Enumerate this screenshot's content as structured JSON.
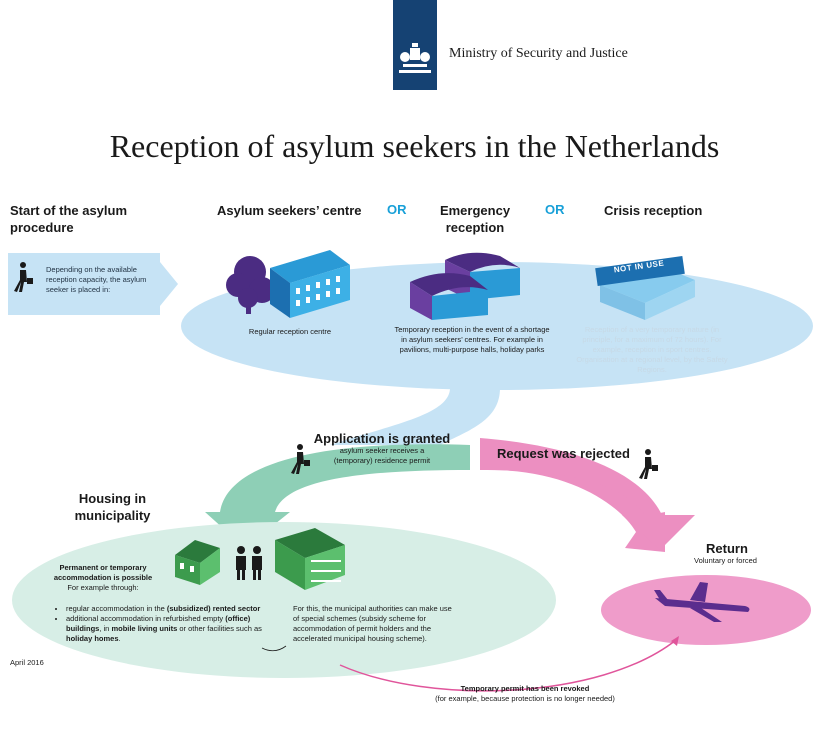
{
  "header": {
    "ministry": "Ministry of Security and Justice",
    "title": "Reception of asylum seekers in the Netherlands"
  },
  "columns": {
    "start": "Start of the asylum procedure",
    "asylum_centre": "Asylum seekers’ centre",
    "or1": "OR",
    "emergency": "Emergency reception",
    "or2": "OR",
    "crisis": "Crisis reception"
  },
  "start_text": "Depending on the available reception capacity, the asylum seeker is placed in:",
  "reception": {
    "regular": "Regular reception centre",
    "temporary": "Temporary reception in the event of a shortage in asylum seekers’ centres. For example in pavilions, multi-purpose halls, holiday parks",
    "not_in_use": "NOT IN USE",
    "crisis_text": "Reception of a very temporary nature (in principle, for a maximum of 72 hours). For example, reception in sport centres. Organisation at a regional level, by the Safety Regions."
  },
  "granted": {
    "title": "Application is granted",
    "text": "asylum seeker receives a (temporary) residence permit"
  },
  "rejected": {
    "title": "Request was rejected"
  },
  "housing": {
    "title": "Housing in municipality",
    "accommodation_title": "Permanent or temporary accommodation is possible",
    "accommodation_sub": "For example through:",
    "bullet1_pre": "regular accommodation in the ",
    "bullet1_bold": "(subsidized) rented sector",
    "bullet2_pre": "additional accommodation in refurbished empty ",
    "bullet2_bold1": "(office) buildings",
    "bullet2_mid": ", in ",
    "bullet2_bold2": "mobile living units",
    "bullet2_post": " or other facilities such as ",
    "bullet2_bold3": "holiday homes",
    "bullet2_end": ".",
    "schemes": "For this, the municipal authorities can make use of special schemes (subsidy scheme for accommodation of permit holders and the accelerated municipal housing scheme)."
  },
  "return": {
    "title": "Return",
    "sub": "Voluntary or forced"
  },
  "revoked": {
    "title": "Temporary permit has been revoked",
    "sub": "(for example, because protection is no longer needed)"
  },
  "date": "April 2016",
  "colors": {
    "brand": "#154273",
    "accent_blue": "#18a0d8",
    "light_blue": "#c6e3f5",
    "green": "#cfe9df",
    "pink": "#e57fb5",
    "purple": "#47287a"
  }
}
